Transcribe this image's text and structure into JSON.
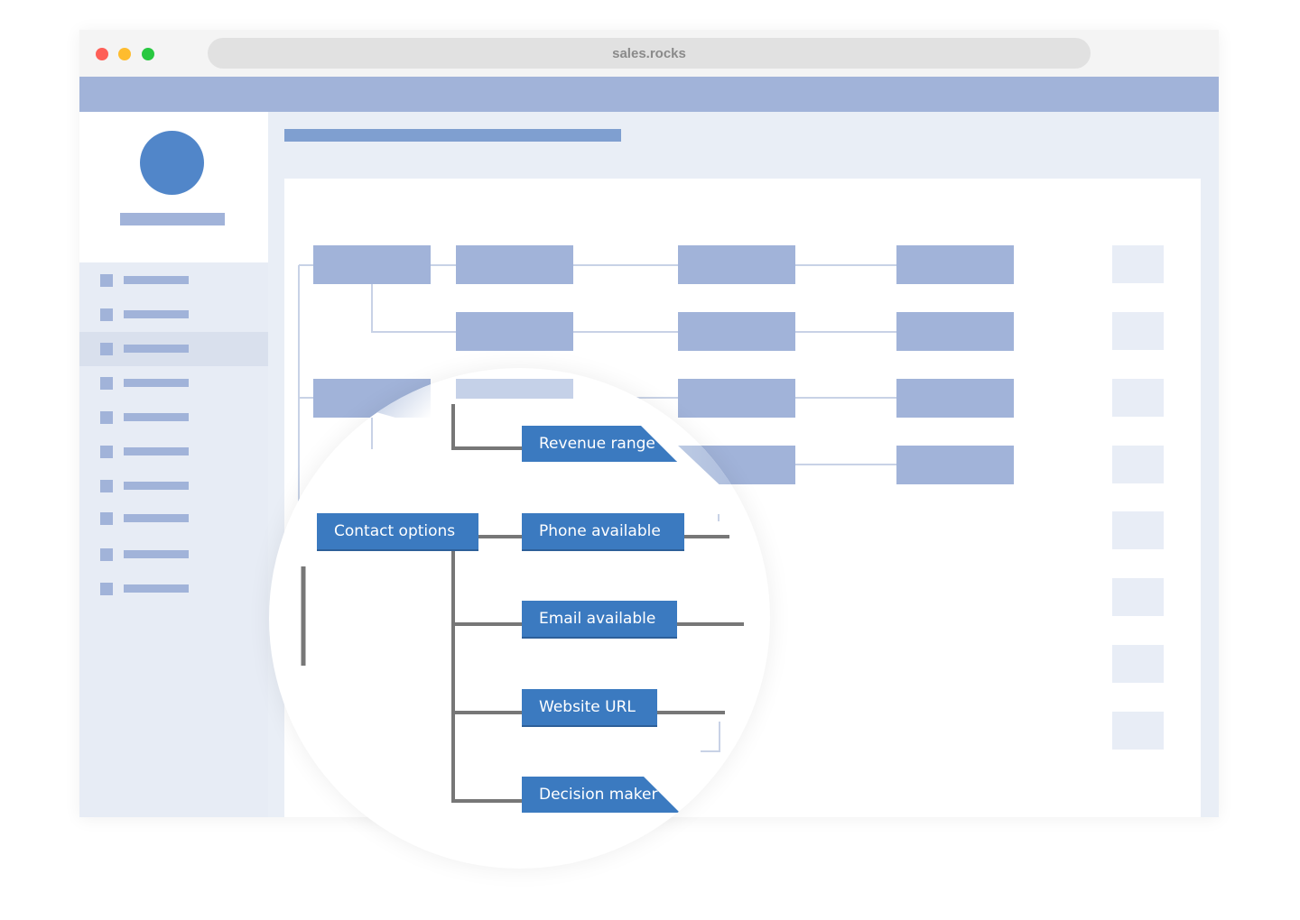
{
  "browser": {
    "url": "sales.rocks"
  },
  "colors": {
    "placeholder_block": "#a1b3d9",
    "avatar": "#5186c9",
    "node_fill": "#3b7ac0",
    "connector": "#777777",
    "close": "#fe5f57",
    "minimize": "#febc2e",
    "maximize": "#28c840"
  },
  "magnifier": {
    "nodes": {
      "revenue_range": "Revenue range",
      "contact_options": "Contact options",
      "phone_available": "Phone available",
      "email_available": "Email available",
      "website_url": "Website URL",
      "decision_maker": "Decision maker"
    }
  }
}
